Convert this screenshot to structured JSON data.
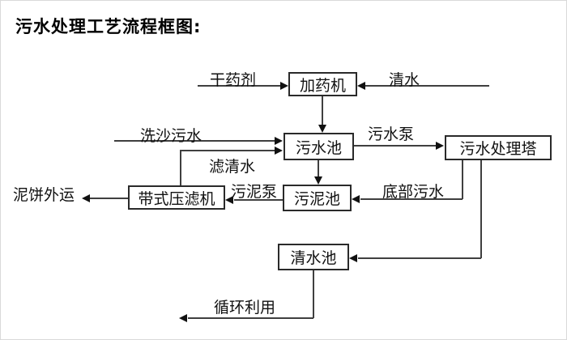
{
  "title": "污水处理工艺流程框图:",
  "diagram": {
    "type": "flowchart",
    "nodes": {
      "dosing_machine": {
        "label": "加药机"
      },
      "sewage_pool": {
        "label": "污水池"
      },
      "treatment_tower": {
        "label": "污水处理塔"
      },
      "belt_filter_press": {
        "label": "带式压滤机"
      },
      "sludge_pool": {
        "label": "污泥池"
      },
      "clean_water_pool": {
        "label": "清水池"
      }
    },
    "flow_labels": {
      "dry_chemical": "干药剂",
      "clean_water": "清水",
      "sand_wash_sewage": "洗沙污水",
      "filtered_water": "滤清水",
      "sewage_pump": "污水泵",
      "bottom_sewage": "底部污水",
      "sludge_pump": "污泥泵",
      "mud_cake_out": "泥饼外运",
      "recycle": "循环利用"
    },
    "colors": {
      "background": "#ffffff",
      "line": "#3f3f3f",
      "box_border": "#2a2a2a",
      "text": "#111111"
    }
  }
}
